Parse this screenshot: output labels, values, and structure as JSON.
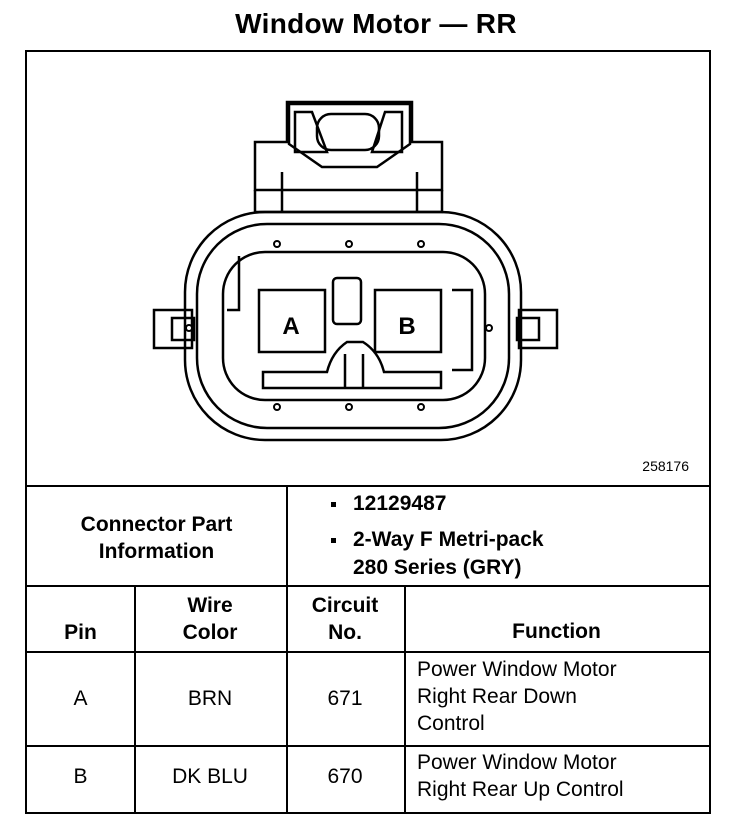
{
  "title": "Window Motor — RR",
  "figure_number": "258176",
  "connector": {
    "pin_labels": [
      "A",
      "B"
    ]
  },
  "part_info": {
    "label_line1": "Connector Part",
    "label_line2": "Information",
    "bullets": [
      {
        "line1": "12129487",
        "line2": ""
      },
      {
        "line1": "2-Way F Metri-pack",
        "line2": "280 Series (GRY)"
      }
    ]
  },
  "table": {
    "headers": {
      "pin": "Pin",
      "wire_color_line1": "Wire",
      "wire_color_line2": "Color",
      "circuit_line1": "Circuit",
      "circuit_line2": "No.",
      "function": "Function"
    },
    "rows": [
      {
        "pin": "A",
        "wire_color": "BRN",
        "circuit": "671",
        "function_lines": [
          "Power Window Motor",
          "Right Rear Down",
          "Control"
        ]
      },
      {
        "pin": "B",
        "wire_color": "DK BLU",
        "circuit": "670",
        "function_lines": [
          "Power Window Motor",
          "Right Rear Up Control"
        ]
      }
    ]
  }
}
